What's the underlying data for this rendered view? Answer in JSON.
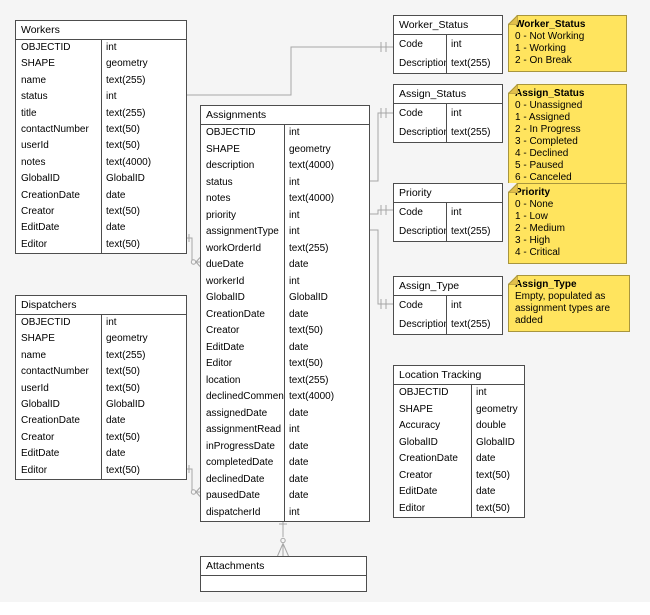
{
  "diagram": {
    "bg_color": "#f5f5f5",
    "line_color": "#a6a6a6",
    "table_border_color": "#4d4d4d",
    "note_bg_color": "#ffe45e"
  },
  "tables": {
    "workers": {
      "title": "Workers",
      "fields": [
        [
          "OBJECTID",
          "int"
        ],
        [
          "SHAPE",
          "geometry"
        ],
        [
          "name",
          "text(255)"
        ],
        [
          "status",
          "int"
        ],
        [
          "title",
          "text(255)"
        ],
        [
          "contactNumber",
          "text(50)"
        ],
        [
          "userId",
          "text(50)"
        ],
        [
          "notes",
          "text(4000)"
        ],
        [
          "GlobalID",
          "GlobalID"
        ],
        [
          "CreationDate",
          "date"
        ],
        [
          "Creator",
          "text(50)"
        ],
        [
          "EditDate",
          "date"
        ],
        [
          "Editor",
          "text(50)"
        ]
      ]
    },
    "dispatchers": {
      "title": "Dispatchers",
      "fields": [
        [
          "OBJECTID",
          "int"
        ],
        [
          "SHAPE",
          "geometry"
        ],
        [
          "name",
          "text(255)"
        ],
        [
          "contactNumber",
          "text(50)"
        ],
        [
          "userId",
          "text(50)"
        ],
        [
          "GlobalID",
          "GlobalID"
        ],
        [
          "CreationDate",
          "date"
        ],
        [
          "Creator",
          "text(50)"
        ],
        [
          "EditDate",
          "date"
        ],
        [
          "Editor",
          "text(50)"
        ]
      ]
    },
    "assignments": {
      "title": "Assignments",
      "fields": [
        [
          "OBJECTID",
          "int"
        ],
        [
          "SHAPE",
          "geometry"
        ],
        [
          "description",
          "text(4000)"
        ],
        [
          "status",
          "int"
        ],
        [
          "notes",
          "text(4000)"
        ],
        [
          "priority",
          "int"
        ],
        [
          "assignmentType",
          "int"
        ],
        [
          "workOrderId",
          "text(255)"
        ],
        [
          "dueDate",
          "date"
        ],
        [
          "workerId",
          "int"
        ],
        [
          "GlobalID",
          "GlobalID"
        ],
        [
          "CreationDate",
          "date"
        ],
        [
          "Creator",
          "text(50)"
        ],
        [
          "EditDate",
          "date"
        ],
        [
          "Editor",
          "text(50)"
        ],
        [
          "location",
          "text(255)"
        ],
        [
          "declinedComment",
          "text(4000)"
        ],
        [
          "assignedDate",
          "date"
        ],
        [
          "assignmentRead",
          "int"
        ],
        [
          "inProgressDate",
          "date"
        ],
        [
          "completedDate",
          "date"
        ],
        [
          "declinedDate",
          "date"
        ],
        [
          "pausedDate",
          "date"
        ],
        [
          "dispatcherId",
          "int"
        ]
      ]
    },
    "worker_status": {
      "title": "Worker_Status",
      "fields": [
        [
          "Code",
          "int"
        ],
        [
          "Description",
          "text(255)"
        ]
      ]
    },
    "assign_status": {
      "title": "Assign_Status",
      "fields": [
        [
          "Code",
          "int"
        ],
        [
          "Description",
          "text(255)"
        ]
      ]
    },
    "priority": {
      "title": "Priority",
      "fields": [
        [
          "Code",
          "int"
        ],
        [
          "Description",
          "text(255)"
        ]
      ]
    },
    "assign_type": {
      "title": "Assign_Type",
      "fields": [
        [
          "Code",
          "int"
        ],
        [
          "Description",
          "text(255)"
        ]
      ]
    },
    "location_tracking": {
      "title": "Location Tracking",
      "fields": [
        [
          "OBJECTID",
          "int"
        ],
        [
          "SHAPE",
          "geometry"
        ],
        [
          "Accuracy",
          "double"
        ],
        [
          "GlobalID",
          "GlobalID"
        ],
        [
          "CreationDate",
          "date"
        ],
        [
          "Creator",
          "text(50)"
        ],
        [
          "EditDate",
          "date"
        ],
        [
          "Editor",
          "text(50)"
        ]
      ]
    },
    "attachments": {
      "title": "Attachments",
      "fields": []
    }
  },
  "notes": {
    "worker_status": {
      "title": "Worker_Status",
      "lines": [
        "0 - Not Working",
        "1 - Working",
        "2 - On Break"
      ]
    },
    "assign_status": {
      "title": "Assign_Status",
      "lines": [
        "0 - Unassigned",
        "1 - Assigned",
        "2 - In Progress",
        "3 - Completed",
        "4 - Declined",
        "5 - Paused",
        "6 - Canceled"
      ]
    },
    "priority": {
      "title": "Priority",
      "lines": [
        "0 - None",
        "1 - Low",
        "2 - Medium",
        "3 - High",
        "4 - Critical"
      ]
    },
    "assign_type": {
      "title": "Assign_Type",
      "lines": [
        "Empty, populated as assignment types are added"
      ]
    }
  },
  "relationships": [
    {
      "from": "Worker_Status",
      "to": "Workers",
      "end": "one"
    },
    {
      "from": "Assign_Status",
      "to": "Assignments",
      "end": "one"
    },
    {
      "from": "Priority",
      "to": "Assignments",
      "end": "one"
    },
    {
      "from": "Assign_Type",
      "to": "Assignments",
      "end": "one"
    },
    {
      "from": "Workers",
      "to": "Assignments",
      "end": "zero-or-many"
    },
    {
      "from": "Dispatchers",
      "to": "Assignments",
      "end": "zero-or-many"
    },
    {
      "from": "Assignments",
      "to": "Attachments",
      "end": "zero-or-many"
    }
  ]
}
